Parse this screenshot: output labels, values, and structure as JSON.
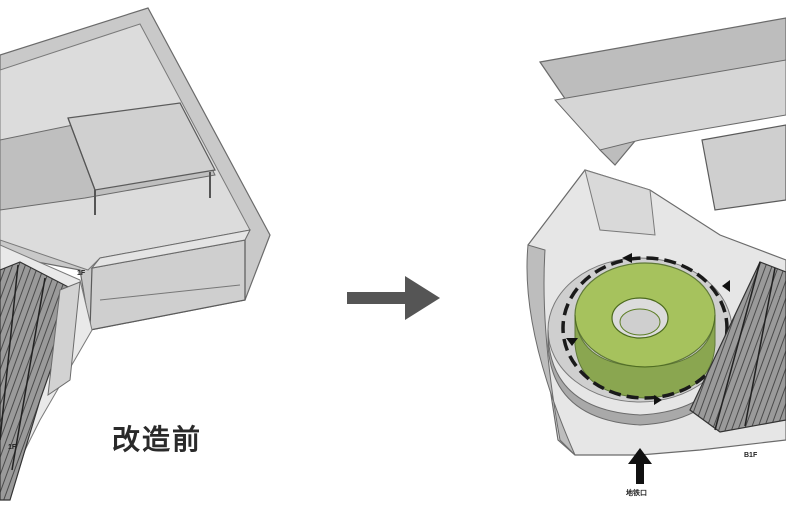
{
  "before_caption": "改造前",
  "labels": {
    "floor_1f": "1F",
    "floor_1f_lower": "1F",
    "floor_b1f": "B1F",
    "metro_exit": "地铁口"
  },
  "colors": {
    "wall_light": "#d9d9d9",
    "wall_mid": "#bdbdbd",
    "wall_dark": "#8e8e8e",
    "floor": "#e8e8e8",
    "green_ring": "#9fc04a",
    "arrow_gray": "#555555"
  },
  "icons": [
    "transition-arrow-icon",
    "circulation-arrow-icon",
    "entrance-arrow-icon"
  ]
}
